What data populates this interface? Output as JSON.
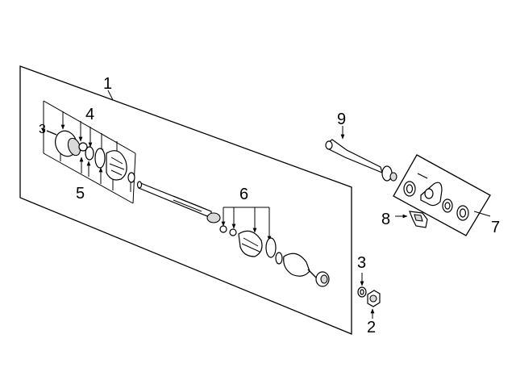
{
  "diagram": {
    "callouts": {
      "c1": "1",
      "c2": "2",
      "c3": "3",
      "c4": "4",
      "c5": "5",
      "c6": "6",
      "c7": "7",
      "c8": "8",
      "c9": "9",
      "c3_small": "3"
    }
  }
}
